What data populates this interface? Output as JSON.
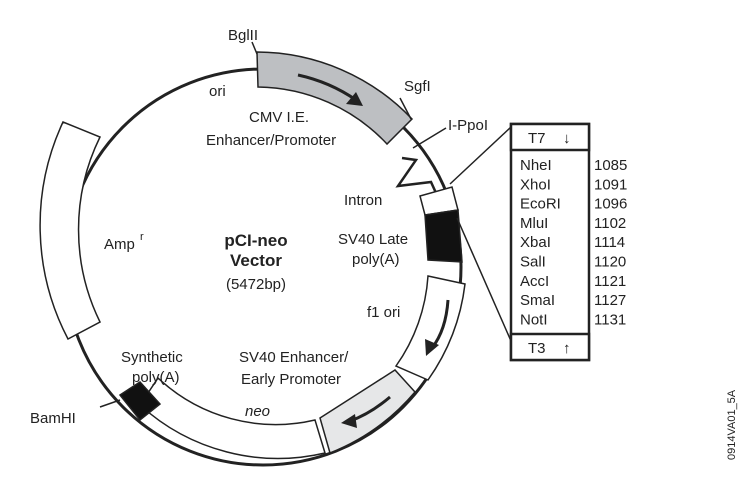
{
  "title": {
    "line1": "pCI-neo",
    "line2": "Vector",
    "line3": "(5472bp)"
  },
  "features": {
    "bglii": "BglII",
    "ori": "ori",
    "sgfi": "SgfI",
    "cmv_line1": "CMV I.E.",
    "cmv_line2": "Enhancer/Promoter",
    "i_ppoi": "I-PpoI",
    "intron": "Intron",
    "sv40_late_line1": "SV40 Late",
    "sv40_late_line2": "poly(A)",
    "amp": "Amp",
    "amp_sup": "r",
    "f1_ori": "f1 ori",
    "synthetic_line1": "Synthetic",
    "synthetic_line2": "poly(A)",
    "sv40_enh_line1": "SV40 Enhancer/",
    "sv40_enh_line2": "Early Promoter",
    "bamhi": "BamHI",
    "neo": "neo"
  },
  "mcs": {
    "top_label": "T7",
    "bottom_label": "T3",
    "top_arrow": "↓",
    "bottom_arrow": "↑",
    "sites": [
      {
        "name": "NheI",
        "pos": "1085"
      },
      {
        "name": "XhoI",
        "pos": "1091"
      },
      {
        "name": "EcoRI",
        "pos": "1096"
      },
      {
        "name": "MluI",
        "pos": "1102"
      },
      {
        "name": "XbaI",
        "pos": "1114"
      },
      {
        "name": "SalI",
        "pos": "1120"
      },
      {
        "name": "AccI",
        "pos": "1121"
      },
      {
        "name": "SmaI",
        "pos": "1127"
      },
      {
        "name": "NotI",
        "pos": "1131"
      }
    ]
  },
  "figure_id": "0914VA01_5A",
  "colors": {
    "stroke": "#222222",
    "gray_fill": "#bdbfc2",
    "light_fill": "#e6e7e8",
    "dark_fill": "#111111",
    "white": "#ffffff"
  }
}
